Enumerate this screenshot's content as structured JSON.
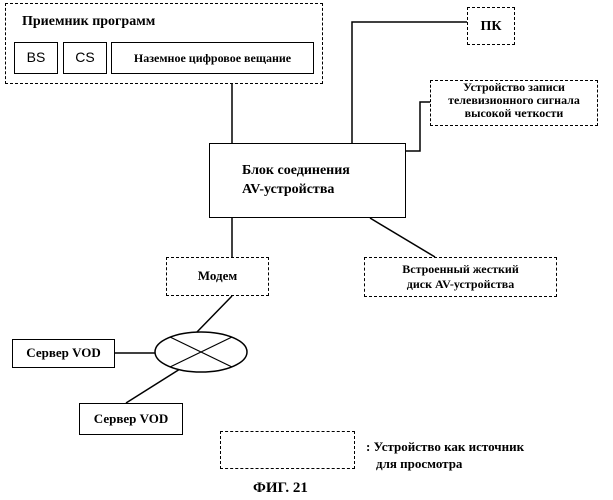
{
  "program_receiver": {
    "title": "Приемник программ",
    "bs": "BS",
    "cs": "CS",
    "terrestrial": "Наземное цифровое вещание"
  },
  "pc": "ПК",
  "hd_recorder": {
    "line1": "Устройство записи",
    "line2": "телевизионного сигнала",
    "line3": "высокой четкости"
  },
  "av_unit": {
    "line1": "Блок соединения",
    "line2": "AV-устройства"
  },
  "modem": "Модем",
  "hdd": {
    "line1": "Встроенный жесткий",
    "line2": "диск AV-устройства"
  },
  "vod_server_1": "Сервер VOD",
  "vod_server_2": "Сервер VOD",
  "legend": {
    "line1": ": Устройство как источник",
    "line2": "для просмотра"
  },
  "figure_caption": "ФИГ. 21"
}
